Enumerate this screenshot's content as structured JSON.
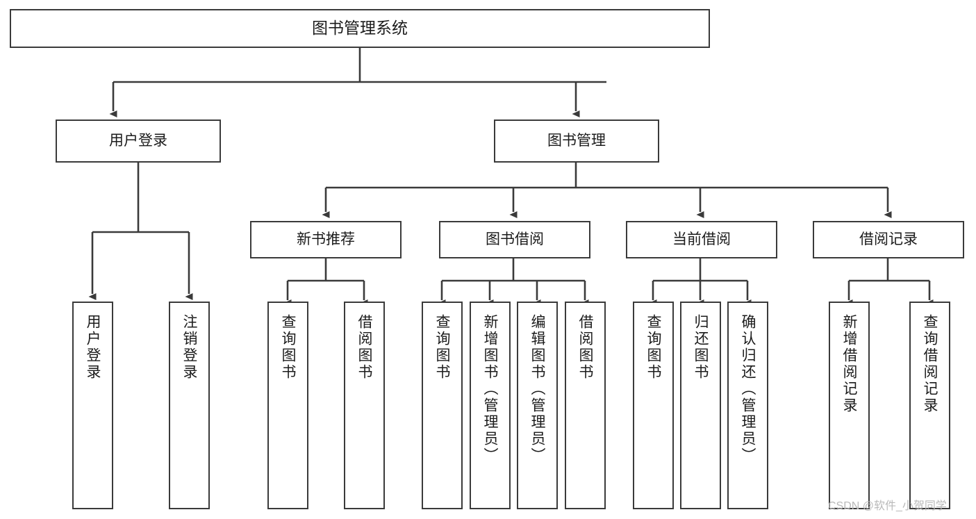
{
  "diagram": {
    "title": "图书管理系统",
    "type": "tree",
    "root": {
      "id": "root",
      "label": "图书管理系统"
    },
    "level1": [
      {
        "id": "user-login",
        "label": "用户登录"
      },
      {
        "id": "book-manage",
        "label": "图书管理"
      }
    ],
    "level2": [
      {
        "id": "new-book-rec",
        "label": "新书推荐",
        "parent": "book-manage"
      },
      {
        "id": "book-borrow",
        "label": "图书借阅",
        "parent": "book-manage"
      },
      {
        "id": "current-borrow",
        "label": "当前借阅",
        "parent": "book-manage"
      },
      {
        "id": "borrow-record",
        "label": "借阅记录",
        "parent": "book-manage"
      }
    ],
    "leaves": [
      {
        "id": "leaf-user-login",
        "label": "用户登录",
        "parent": "user-login"
      },
      {
        "id": "leaf-logout",
        "label": "注销登录",
        "parent": "user-login"
      },
      {
        "id": "leaf-query-book-1",
        "label": "查询图书",
        "parent": "new-book-rec"
      },
      {
        "id": "leaf-borrow-book-1",
        "label": "借阅图书",
        "parent": "new-book-rec"
      },
      {
        "id": "leaf-query-book-2",
        "label": "查询图书",
        "parent": "book-borrow"
      },
      {
        "id": "leaf-add-book",
        "label": "新增图书（管理员）",
        "parent": "book-borrow"
      },
      {
        "id": "leaf-edit-book",
        "label": "编辑图书（管理员）",
        "parent": "book-borrow"
      },
      {
        "id": "leaf-borrow-book-2",
        "label": "借阅图书",
        "parent": "book-borrow"
      },
      {
        "id": "leaf-query-book-3",
        "label": "查询图书",
        "parent": "current-borrow"
      },
      {
        "id": "leaf-return-book",
        "label": "归还图书",
        "parent": "current-borrow"
      },
      {
        "id": "leaf-confirm-return",
        "label": "确认归还（管理员）",
        "parent": "current-borrow"
      },
      {
        "id": "leaf-add-record",
        "label": "新增借阅记录",
        "parent": "borrow-record"
      },
      {
        "id": "leaf-query-record",
        "label": "查询借阅记录",
        "parent": "borrow-record"
      }
    ]
  },
  "watermark": {
    "text": "CSDN @软件_小贺同学"
  },
  "colors": {
    "stroke": "#3a3a3a",
    "fill": "#ffffff",
    "text": "#1b1b1b",
    "watermark": "#b9b9b9"
  }
}
